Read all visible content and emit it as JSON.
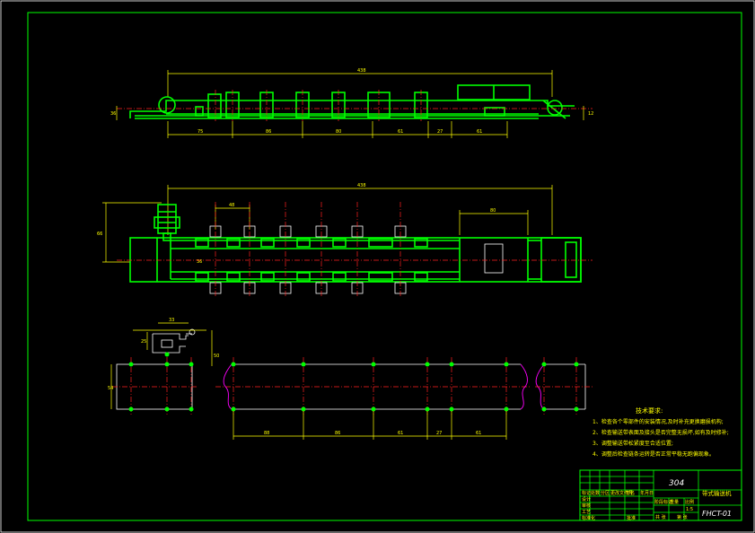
{
  "drawing": {
    "top_view": {
      "overall_dim": "438",
      "left_height_dim": "36",
      "right_height_dim": "12",
      "segment_dims": [
        "75",
        "86",
        "80",
        "61",
        "27",
        "61"
      ]
    },
    "plan_view": {
      "overall_dim": "438",
      "pitch_dim": "48",
      "box_dim": "80",
      "height_dim": "66",
      "small_dim": "36"
    },
    "detail_view": {
      "width_dim": "33",
      "height_dim": "25",
      "side_dim": "50",
      "left_dim": "54",
      "segment_dims": [
        "88",
        "86",
        "61",
        "27",
        "61"
      ]
    }
  },
  "notes": {
    "title": "技术要求:",
    "items": [
      "1、检查各个零部件的安装情况,及时补充更换磨损机构;",
      "2、检查输送带表面及接头是否完整无损坏,如有及时修补;",
      "3、调整输送带松紧度至合适位置;",
      "4、调整后检查链条运转是否正常平稳无跑偏现象。"
    ]
  },
  "title_block": {
    "material": "304",
    "drawing_name": "带式输送机",
    "drawing_code": "FHCT-01",
    "scale_label": "比例",
    "scale_value": "1:5",
    "weight_label": "重量",
    "stage_label": "阶段标记",
    "sheet_label": "共 张",
    "sheet_of": "第 张",
    "row_labels": [
      "标记",
      "处数",
      "分区",
      "更改文件号",
      "签名",
      "年月日"
    ],
    "role_labels": [
      "设计",
      "审核",
      "工艺",
      "标准化",
      "批准"
    ]
  }
}
